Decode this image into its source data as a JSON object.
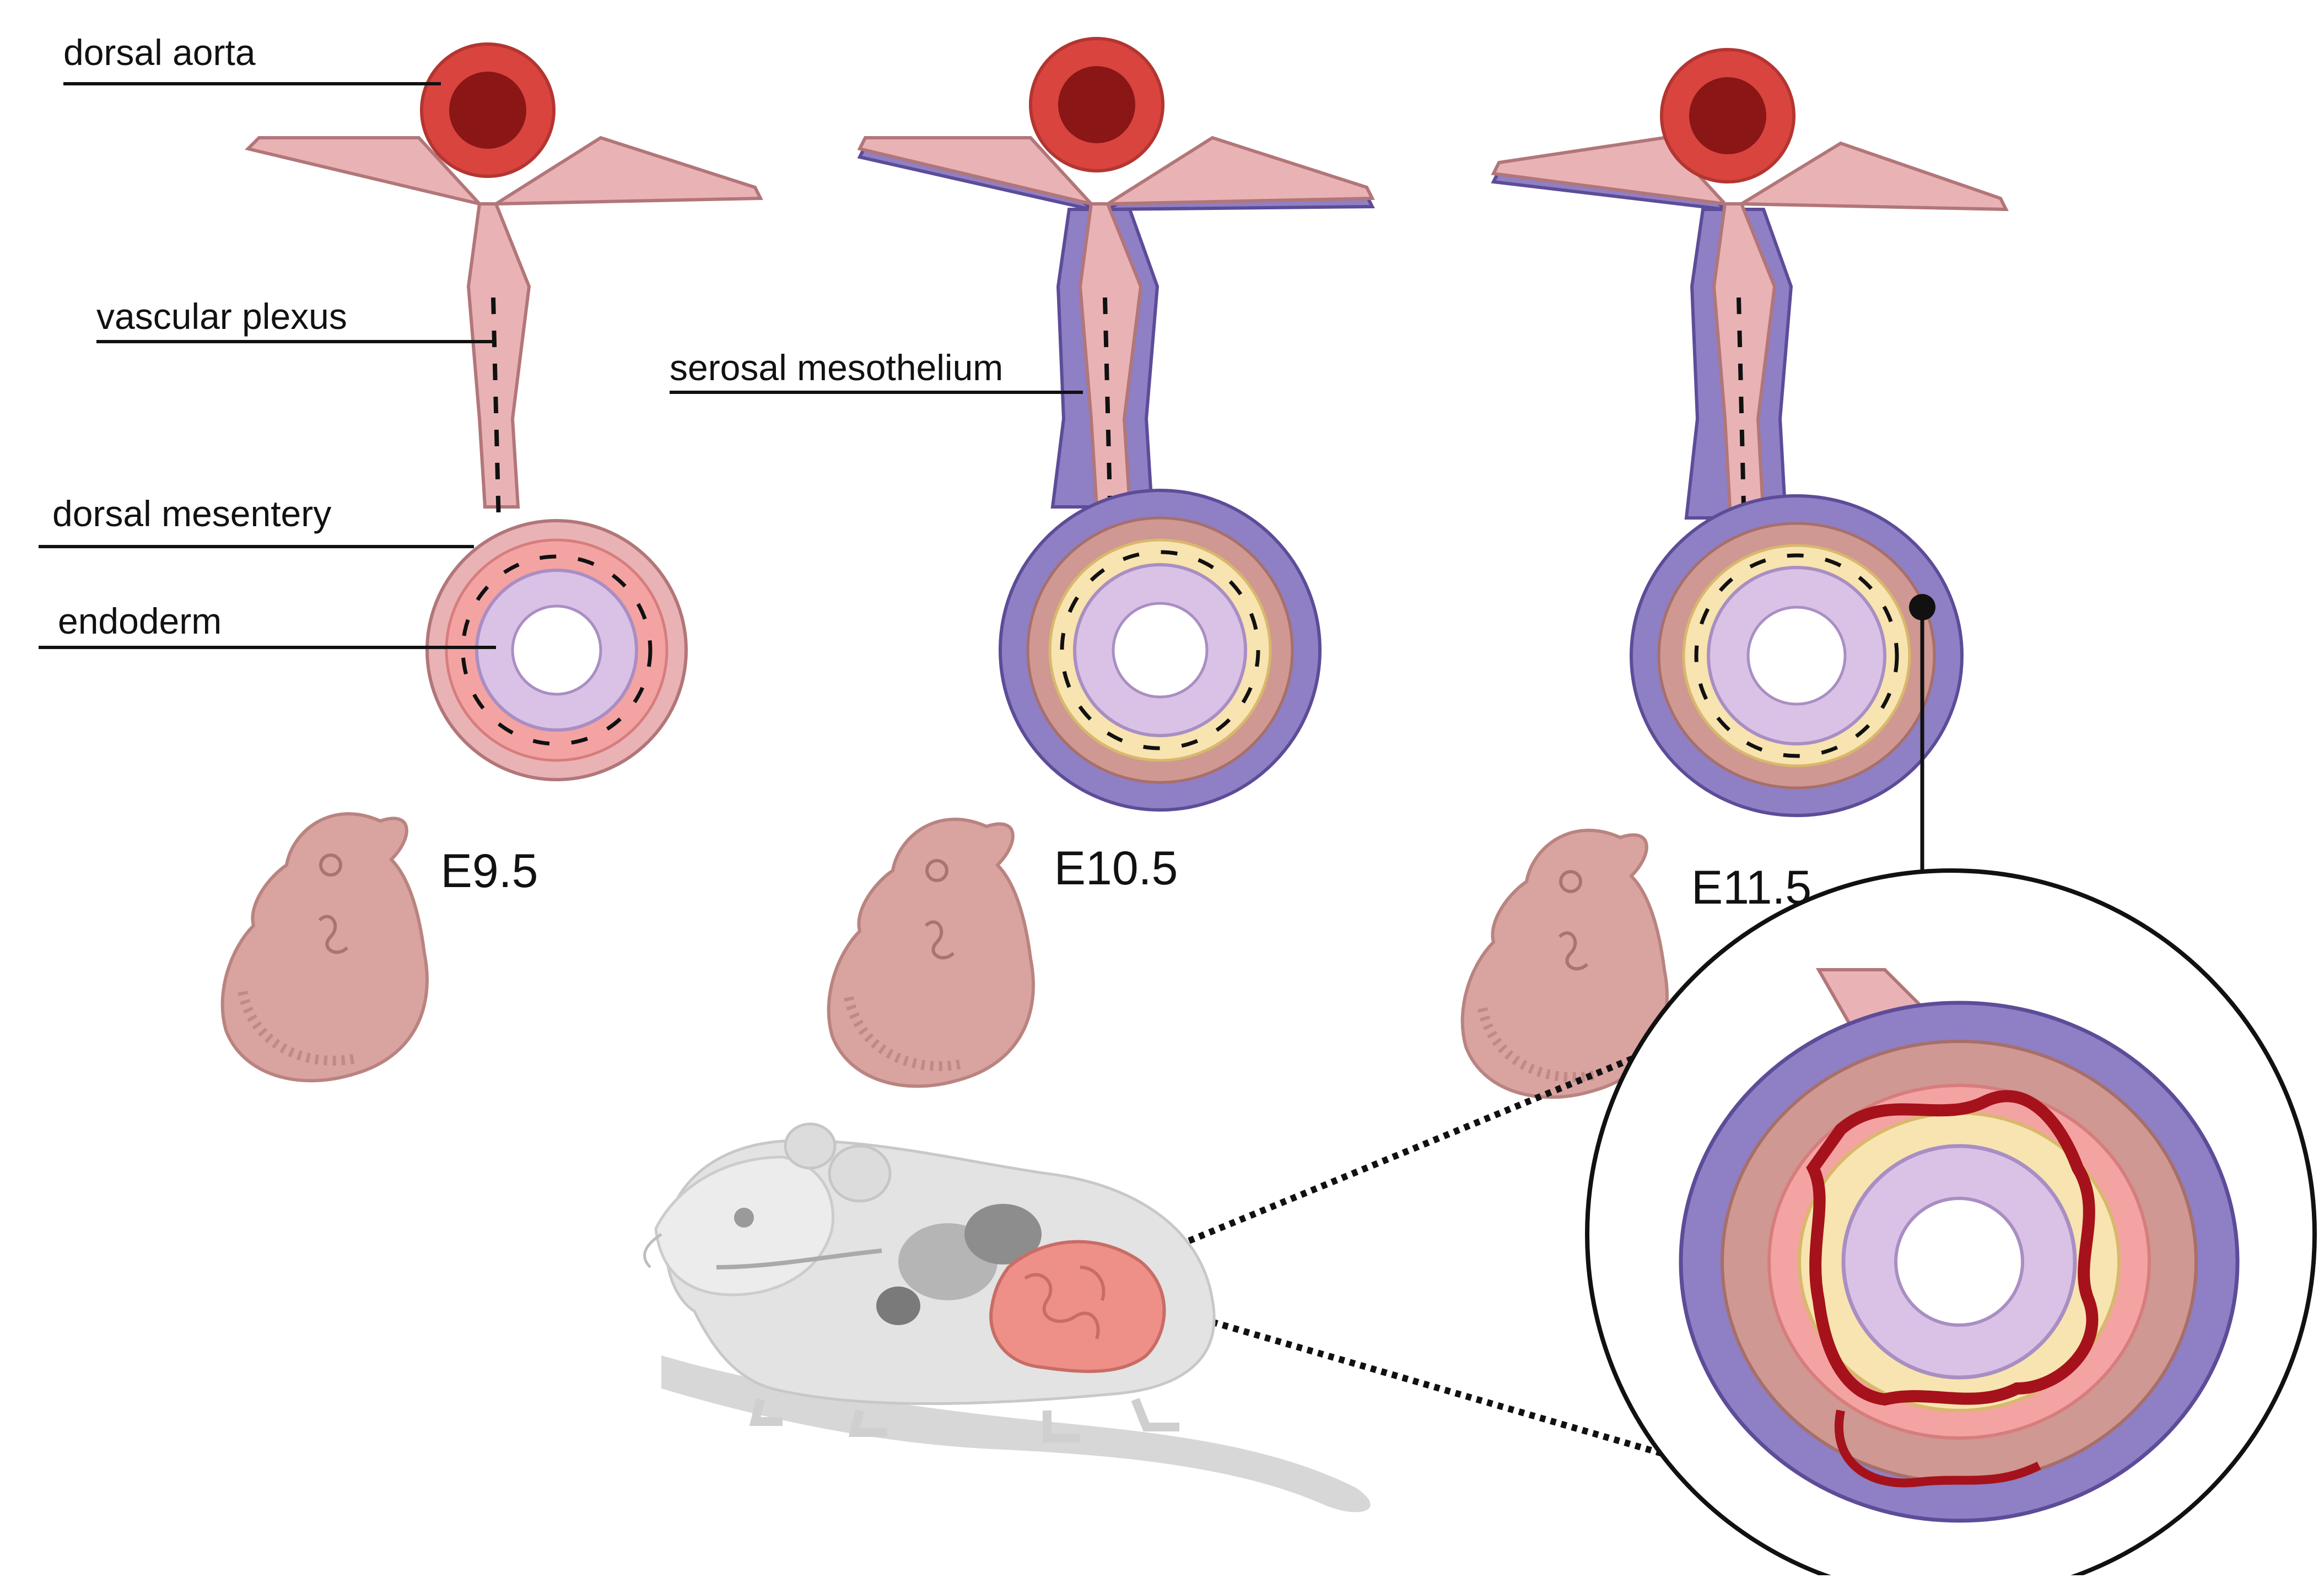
{
  "labels": {
    "dorsal_aorta": "dorsal aorta",
    "vascular_plexus": "vascular plexus",
    "dorsal_mesentery": "dorsal mesentery",
    "endoderm": "endoderm",
    "serosal_mesothelium": "serosal mesothelium"
  },
  "stages": [
    {
      "label": "E9.5"
    },
    {
      "label": "E10.5"
    },
    {
      "label": "E11.5"
    }
  ],
  "colors": {
    "aorta_outer": "#d9443f",
    "aorta_inner": "#8a1616",
    "mesentery": "#e9b3b5",
    "mesentery_stroke": "#b27679",
    "smooth_muscle": "#f4a3a3",
    "endoderm": "#d9c2e6",
    "endoderm_stroke": "#a98ec3",
    "mesothelium": "#8f7fc4",
    "mesothelium_stroke": "#5d4c98",
    "submucosa": "#f7e4b0",
    "outer_muscle": "#cf9892",
    "vessel": "#a5121b",
    "embryo": "#d9a3a0",
    "mouse": "#e3e3e3",
    "gut": "#ee9088"
  },
  "icons": [
    "embryo-icon",
    "mouse-icon",
    "magnifier-circle-icon"
  ]
}
